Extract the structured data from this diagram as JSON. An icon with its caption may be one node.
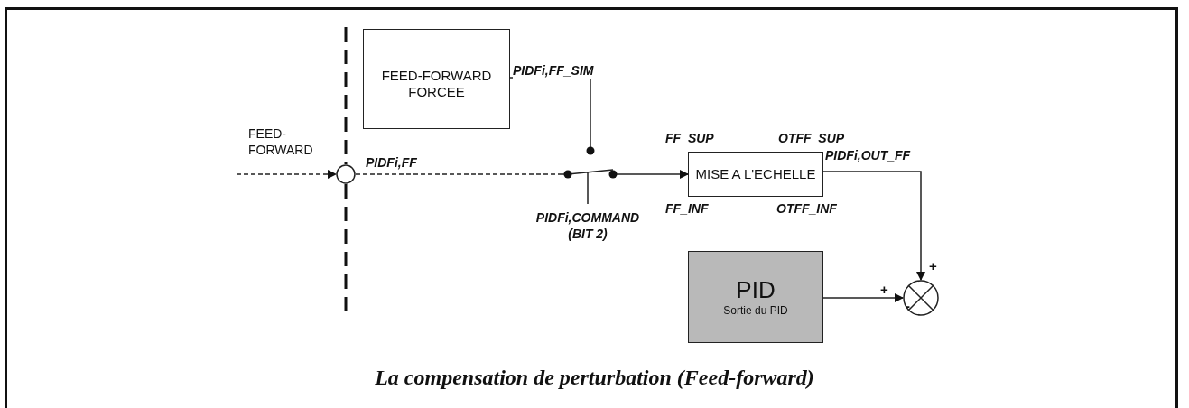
{
  "diagram": {
    "caption": "La compensation de perturbation (Feed-forward)",
    "nodes": [
      {
        "text": [
          "FEED-FORWARD FORCEE"
        ]
      },
      {
        "text": [],
        "shape": "circle"
      },
      {
        "text": [],
        "shape": "switch",
        "beside": [
          "PIDFi,COMMAND (BIT 2)"
        ]
      },
      {
        "text": [
          "MISE A L'ECHELLE"
        ],
        "beside": [
          "FF_SUP",
          "OTFF_SUP",
          "FF_INF",
          "OTFF_INF"
        ]
      },
      {
        "text": [
          "PID",
          "Sortie du PID"
        ]
      },
      {
        "text": [],
        "shape": "circle"
      }
    ],
    "edges": [
      {
        "from": null,
        "to": 1,
        "arrow": "to",
        "label": "FEED-FORWARD",
        "style": "dashed"
      },
      {
        "from": 1,
        "to": 2,
        "arrow": "none",
        "label": "PIDFi,FF",
        "style": "dashed"
      },
      {
        "from": 0,
        "to": 2,
        "arrow": "none",
        "label": "PIDFi,FF_SIM"
      },
      {
        "from": 2,
        "to": 3,
        "arrow": "to"
      },
      {
        "from": 3,
        "to": 5,
        "arrow": "to",
        "label": "PIDFi,OUT_FF"
      },
      {
        "from": 4,
        "to": 5,
        "arrow": "to"
      }
    ],
    "labels": [
      "+",
      "+",
      "-"
    ]
  }
}
